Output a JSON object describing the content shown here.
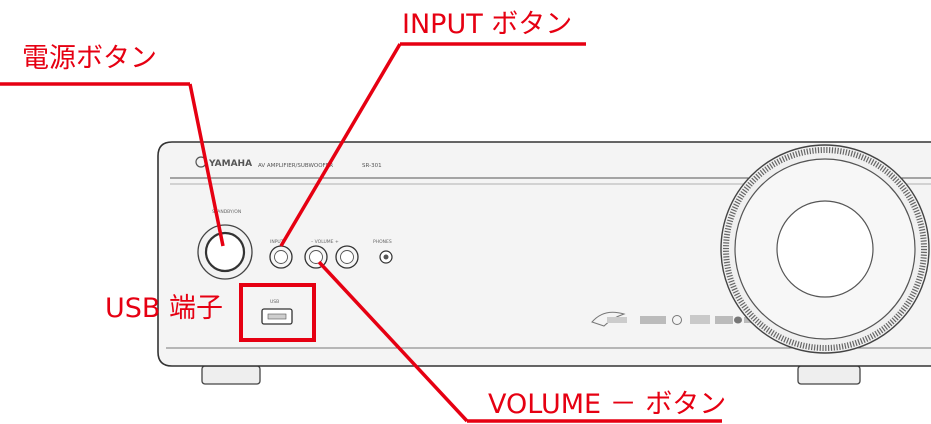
{
  "callouts": {
    "power_button": "電源ボタン",
    "input_button": "INPUT ボタン",
    "usb_port": "USB 端子",
    "volume_down_button": "VOLUME － ボタン"
  },
  "panel_print": {
    "brand": "YAMAHA",
    "model_line": "AV AMPLIFIER/SUBWOOFER",
    "model_code": "SR-301",
    "power_label": "STANDBY/ON",
    "input_label": "INPUT",
    "volume_label": "– VOLUME +",
    "phones_label": "PHONES",
    "usb_label": "USB"
  },
  "colors": {
    "callout": "#e60012",
    "panel_body": "#f2f2f2",
    "panel_line": "#333333"
  }
}
